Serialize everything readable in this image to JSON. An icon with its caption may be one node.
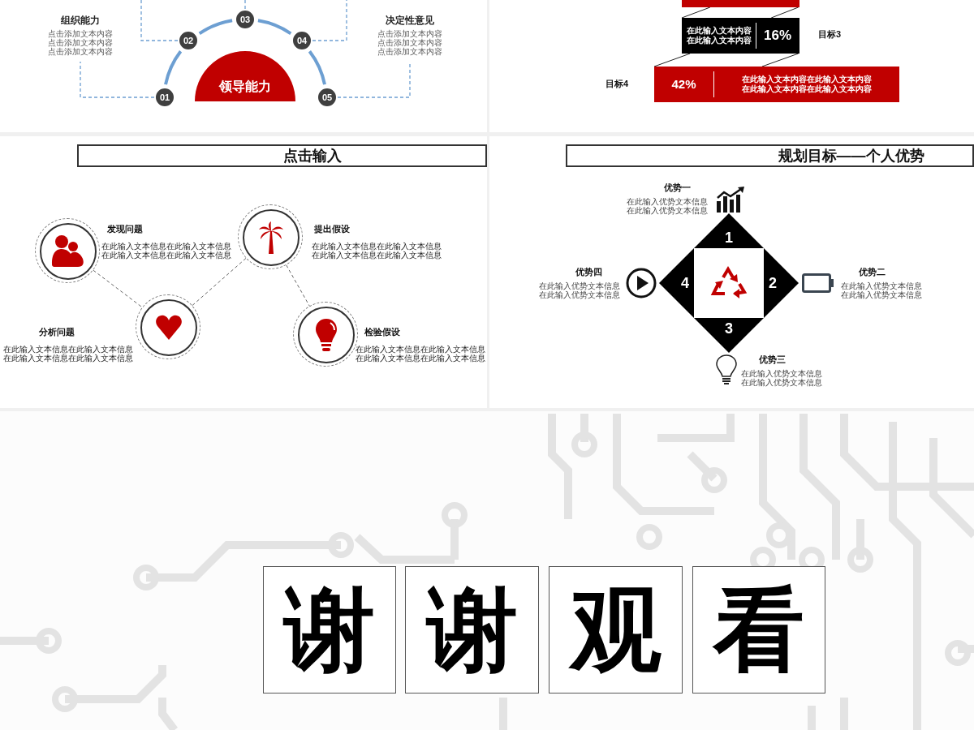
{
  "diagram": {
    "nodes": [
      {
        "text": [
          "领导能力"
        ]
      },
      {
        "text": [
          "01"
        ]
      },
      {
        "text": [
          "02"
        ]
      },
      {
        "text": [
          "03"
        ]
      },
      {
        "text": [
          "04"
        ]
      },
      {
        "text": [
          "05"
        ]
      },
      {
        "text": [
          "组织能力",
          "点击添加文本内容点击添加文本内容点击添加文本内容"
        ]
      },
      {
        "text": [
          "决定性意见",
          "点击添加文本内容点击添加文本内容点击添加文本内容"
        ]
      },
      {
        "text": [],
        "shape": "bar"
      },
      {
        "text": [
          "在此输入文本内容在此输入文本内容",
          "16%"
        ],
        "beside": [
          "目标3"
        ]
      },
      {
        "text": [
          "42%",
          "在此输入文本内容在此输入文本内容在此输入文本内容在此输入文本内容"
        ],
        "beside": [
          "目标4"
        ]
      },
      {
        "text": [
          "点击输入"
        ]
      },
      {
        "text": [],
        "shape": "circle",
        "beside": [
          "发现问题",
          "在此输入文本信息在此输入文本信息在此输入文本信息在此输入文本信息"
        ]
      },
      {
        "text": [],
        "shape": "circle",
        "beside": [
          "分析问题",
          "在此输入文本信息在此输入文本信息在此输入文本信息在此输入文本信息"
        ]
      },
      {
        "text": [],
        "shape": "circle",
        "beside": [
          "提出假设",
          "在此输入文本信息在此输入文本信息在此输入文本信息在此输入文本信息"
        ]
      },
      {
        "text": [],
        "shape": "circle",
        "beside": [
          "检验假设",
          "在此输入文本信息在此输入文本信息在此输入文本信息在此输入文本信息"
        ]
      },
      {
        "text": [
          "规划目标——个人优势"
        ]
      },
      {
        "text": [
          "1"
        ],
        "beside": [
          "优势一",
          "在此输入优势文本信息在此输入优势文本信息"
        ]
      },
      {
        "text": [
          "2"
        ],
        "beside": [
          "优势二",
          "在此输入优势文本信息在此输入优势文本信息"
        ]
      },
      {
        "text": [
          "3"
        ],
        "beside": [
          "优势三",
          "在此输入优势文本信息在此输入优势文本信息"
        ]
      },
      {
        "text": [
          "4"
        ],
        "beside": [
          "优势四",
          "在此输入优势文本信息在此输入优势文本信息"
        ]
      },
      {
        "text": [
          "谢"
        ]
      },
      {
        "text": [
          "谢"
        ]
      },
      {
        "text": [
          "观"
        ]
      },
      {
        "text": [
          "看"
        ]
      }
    ],
    "edges": [
      {
        "from": 1,
        "to": 6,
        "arrow": "none",
        "style": "dashed"
      },
      {
        "from": 5,
        "to": 7,
        "arrow": "none",
        "style": "dashed"
      },
      {
        "from": 2,
        "to": null,
        "arrow": "none",
        "style": "dashed"
      },
      {
        "from": 3,
        "to": null,
        "arrow": "none",
        "style": "dashed"
      },
      {
        "from": 4,
        "to": null,
        "arrow": "none",
        "style": "dashed"
      },
      {
        "from": 1,
        "to": 2,
        "arrow": "none",
        "style": "thick"
      },
      {
        "from": 2,
        "to": 3,
        "arrow": "none",
        "style": "thick"
      },
      {
        "from": 3,
        "to": 4,
        "arrow": "none",
        "style": "thick"
      },
      {
        "from": 4,
        "to": 5,
        "arrow": "none",
        "style": "thick"
      },
      {
        "from": 8,
        "to": 9,
        "arrow": "none",
        "color": "#222222"
      },
      {
        "from": 8,
        "to": 9,
        "arrow": "none",
        "color": "#222222"
      },
      {
        "from": 9,
        "to": 10,
        "arrow": "none",
        "color": "#222222"
      },
      {
        "from": 9,
        "to": 10,
        "arrow": "none",
        "color": "#222222"
      },
      {
        "from": 12,
        "to": 13,
        "arrow": "none",
        "style": "dashed",
        "color": "#666666"
      },
      {
        "from": 13,
        "to": 14,
        "arrow": "none",
        "style": "dashed",
        "color": "#666666"
      },
      {
        "from": 14,
        "to": 15,
        "arrow": "none",
        "style": "dashed",
        "color": "#666666"
      }
    ]
  }
}
